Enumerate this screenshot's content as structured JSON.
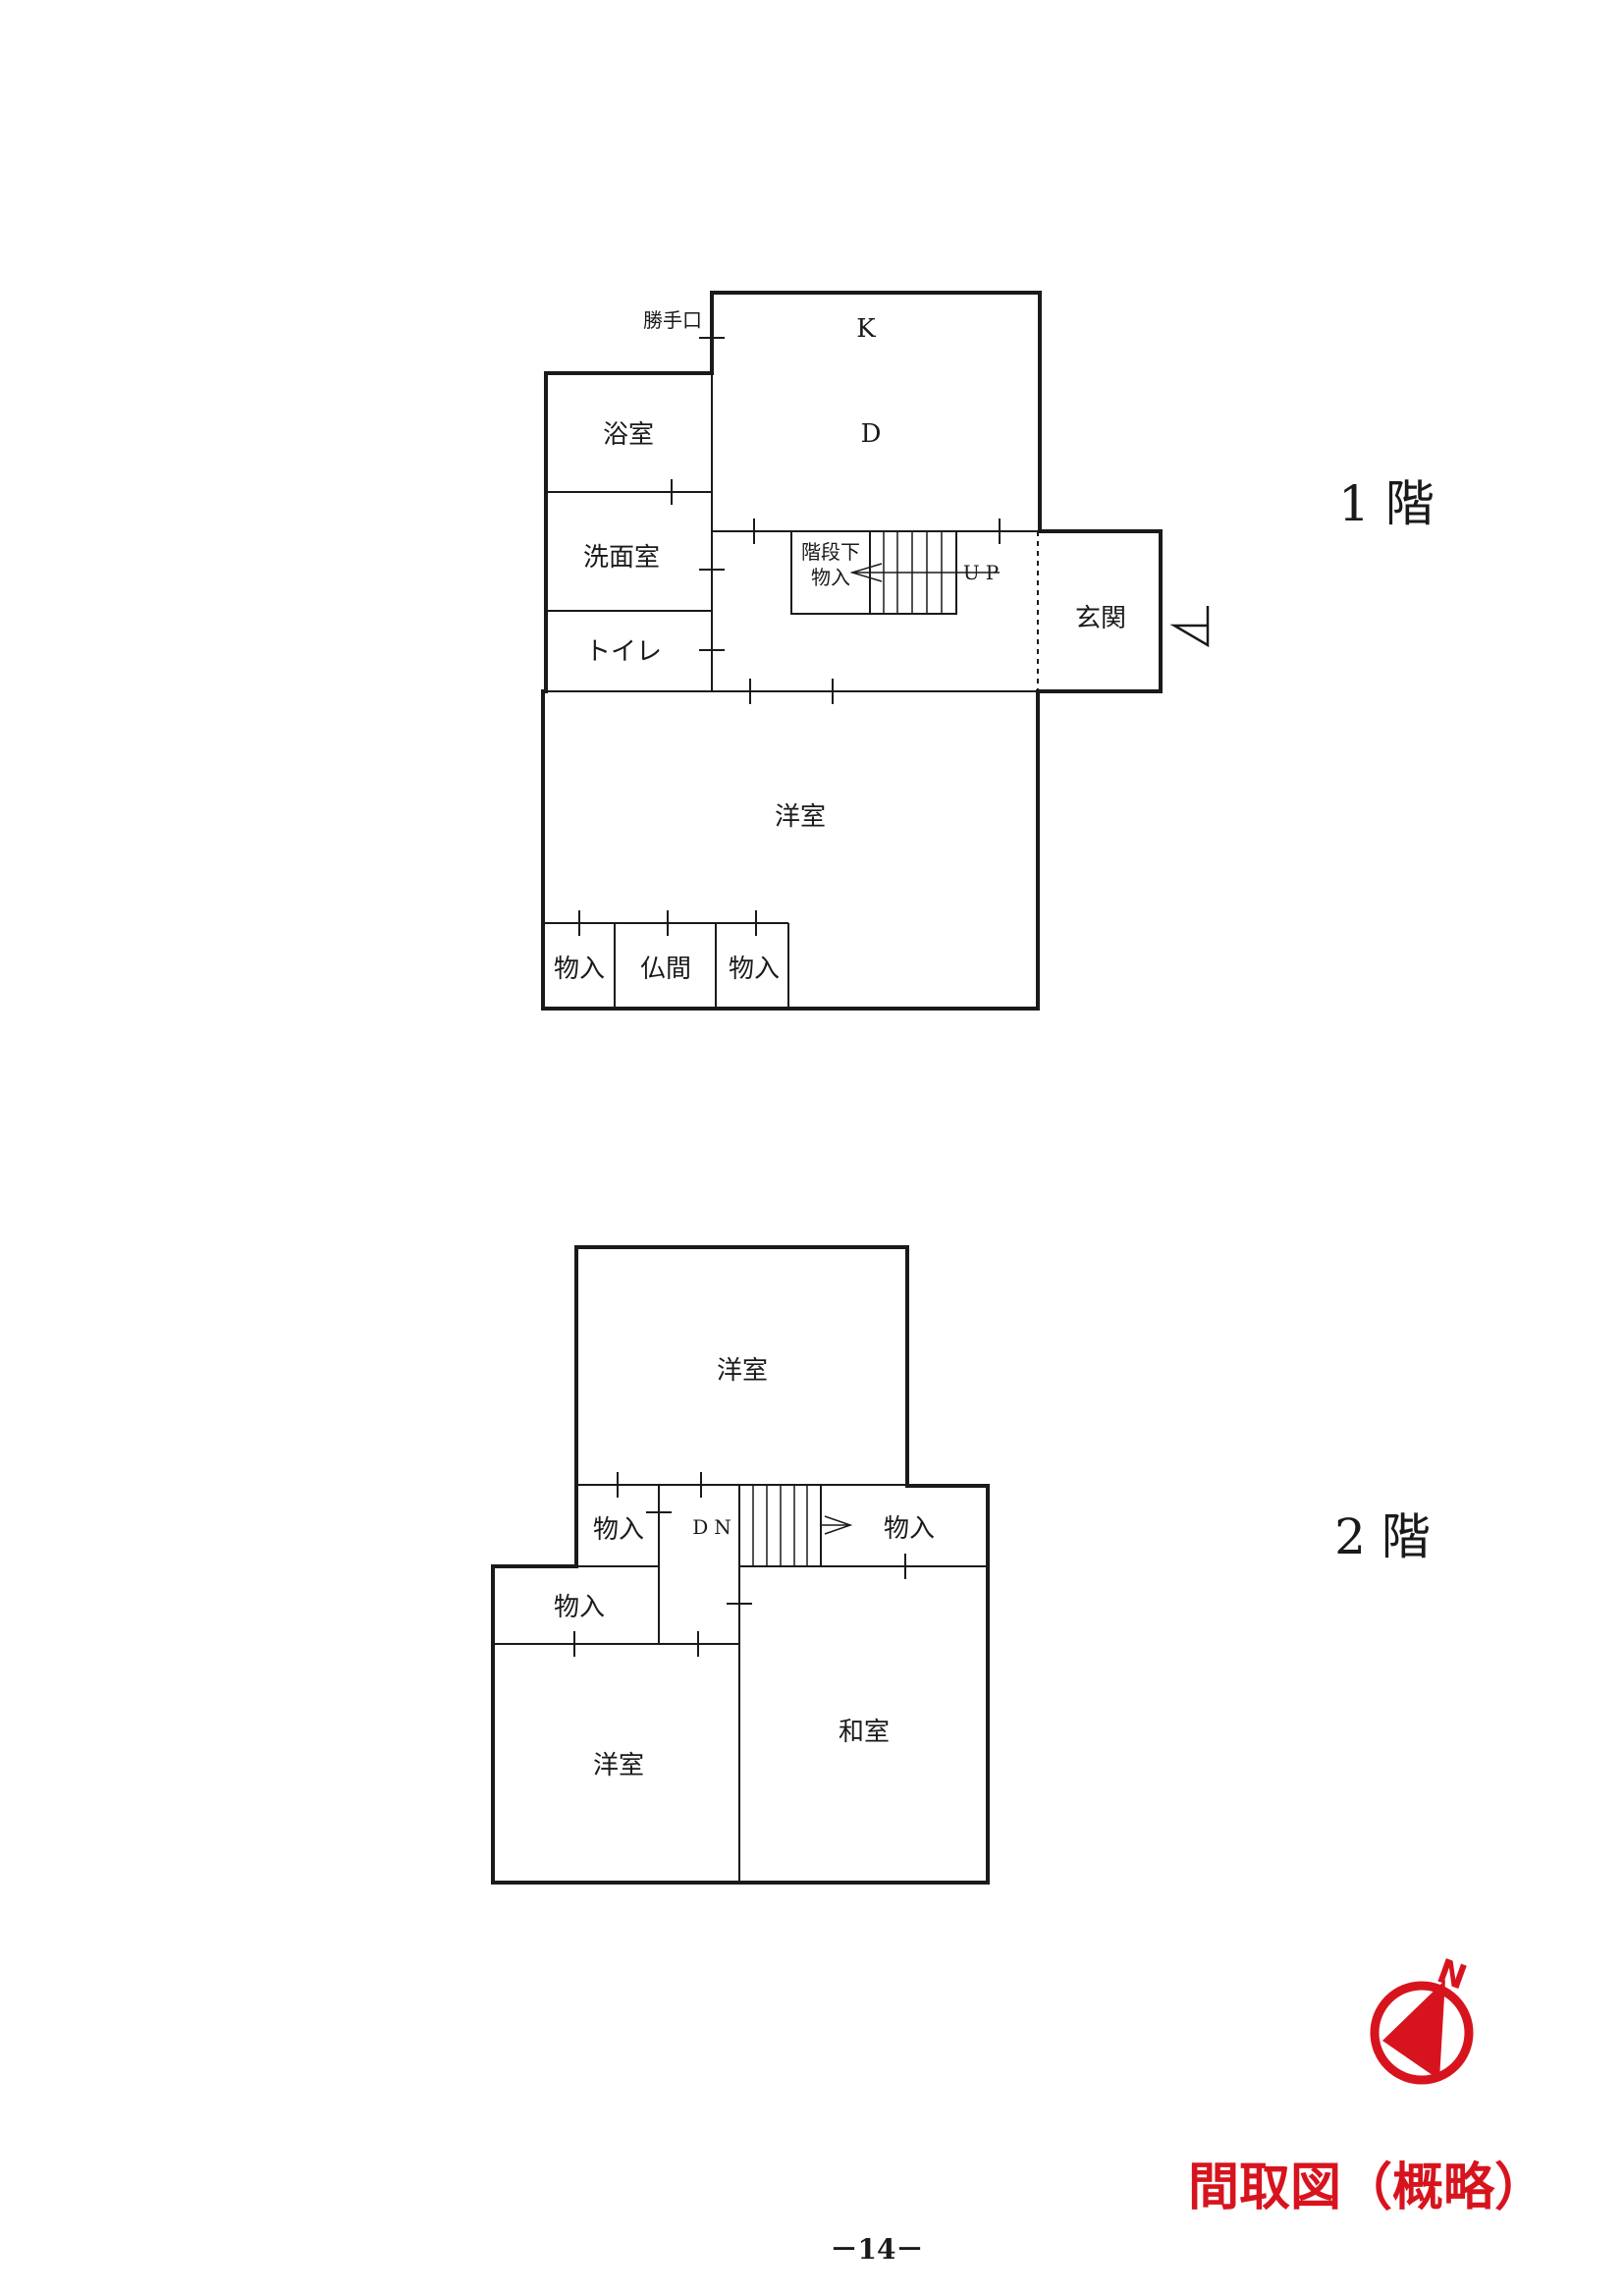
{
  "floor1": {
    "label": "1 階",
    "rooms": {
      "kitchen": "K",
      "dining": "D",
      "back_door": "勝手口",
      "bath": "浴室",
      "washroom": "洗面室",
      "toilet": "トイレ",
      "under_stair_storage_1": "階段下",
      "under_stair_storage_2": "物入",
      "stair_up": "UP",
      "entrance": "玄関",
      "western_room": "洋室",
      "storage_left": "物入",
      "altar_room": "仏間",
      "storage_right": "物入"
    }
  },
  "floor2": {
    "label": "2 階",
    "rooms": {
      "western_room_top": "洋室",
      "storage_left": "物入",
      "stair_down": "DN",
      "storage_right": "物入",
      "storage_mid": "物入",
      "western_room_bottom": "洋室",
      "japanese_room": "和室"
    }
  },
  "compass": {
    "letter": "N",
    "color": "#d7141e"
  },
  "caption": "間取図（概略）",
  "page_number": "－14－"
}
